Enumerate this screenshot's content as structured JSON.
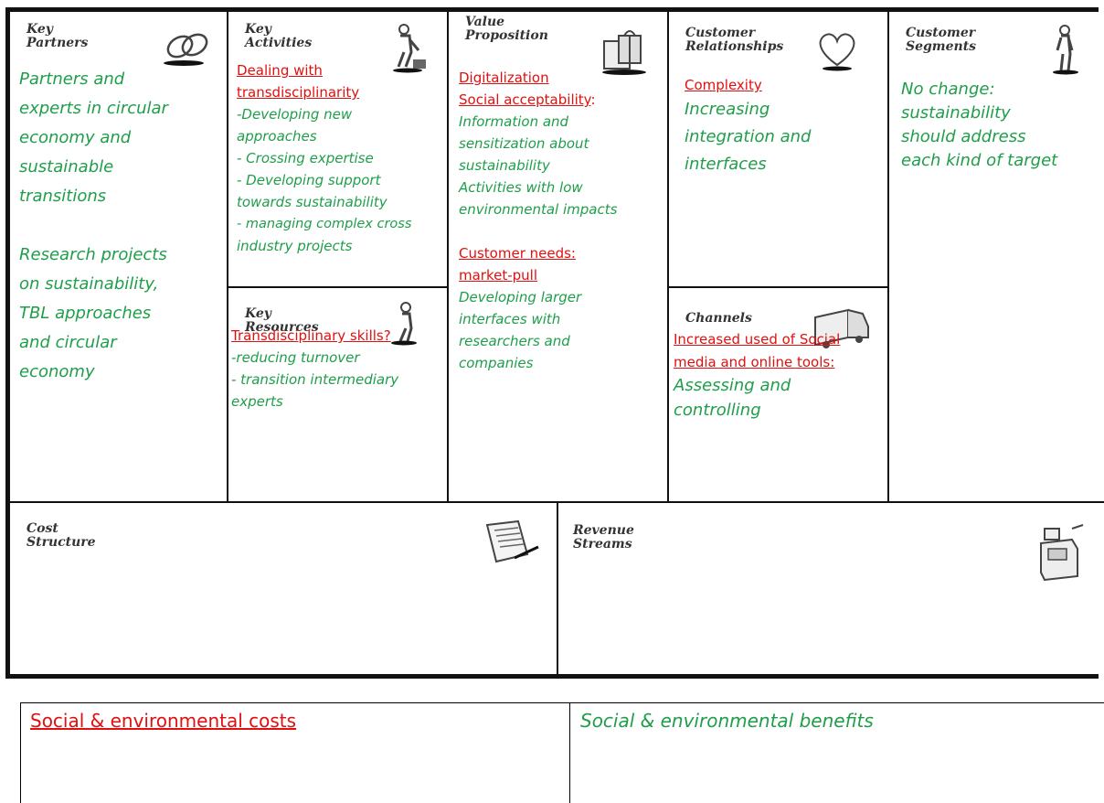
{
  "canvas": {
    "key_partners": {
      "heading": "Key\nPartners",
      "icon": "chain-links-icon",
      "green_text": [
        "Partners and",
        "experts in circular",
        "economy and",
        "sustainable",
        "transitions",
        "",
        "Research projects",
        "on sustainability,",
        "TBL approaches",
        "and circular",
        "economy"
      ]
    },
    "key_activities": {
      "heading": "Key\nActivities",
      "icon": "worker-icon",
      "red_1": "Dealing with",
      "red_2": "transdisciplinarity",
      "green_text": [
        "-Developing new",
        "approaches",
        "- Crossing expertise",
        "- Developing support",
        "towards sustainability",
        "- managing complex cross",
        "industry projects"
      ]
    },
    "key_resources": {
      "heading": "Key\nResources",
      "icon": "worker-icon",
      "red_1": "Transdisciplinary skills?",
      "green_text": [
        "-reducing turnover",
        "- transition intermediary",
        "experts"
      ]
    },
    "value_proposition": {
      "heading": "Value\nProposition",
      "icon": "gift-icon",
      "red_1": "Digitalization",
      "red_2": "Social acceptability",
      "red_2_suffix": ":",
      "green_1": [
        "Information and",
        "sensitization about",
        "sustainability",
        "Activities with low",
        "environmental impacts"
      ],
      "red_3": "Customer needs:",
      "red_4": "market-pull",
      "green_2": [
        "Developing larger",
        "interfaces with",
        "researchers and",
        "companies"
      ]
    },
    "customer_relationships": {
      "heading": "Customer\nRelationships",
      "icon": "heart-icon",
      "red_1": "Complexity",
      "green_text": [
        "Increasing",
        "integration and",
        "interfaces"
      ]
    },
    "channels": {
      "heading": "Channels",
      "icon": "truck-icon",
      "red_1a": "Increased used of ",
      "red_1b": "Social",
      "red_2": "media and online tools:",
      "green_text": [
        "Assessing and",
        "controlling"
      ]
    },
    "customer_segments": {
      "heading": "Customer\nSegments",
      "icon": "person-icon",
      "green_text": [
        "No change:",
        "sustainability",
        "should address",
        "each kind of target"
      ]
    },
    "cost_structure": {
      "heading": "Cost\nStructure",
      "icon": "receipt-icon"
    },
    "revenue_streams": {
      "heading": "Revenue\nStreams",
      "icon": "cash-register-icon"
    }
  },
  "bottom_table": {
    "left_label": "Social & environmental costs",
    "right_label": "Social & environmental benefits"
  },
  "colors": {
    "green": "#1f9e4a",
    "red": "#e01010",
    "border": "#111111"
  }
}
